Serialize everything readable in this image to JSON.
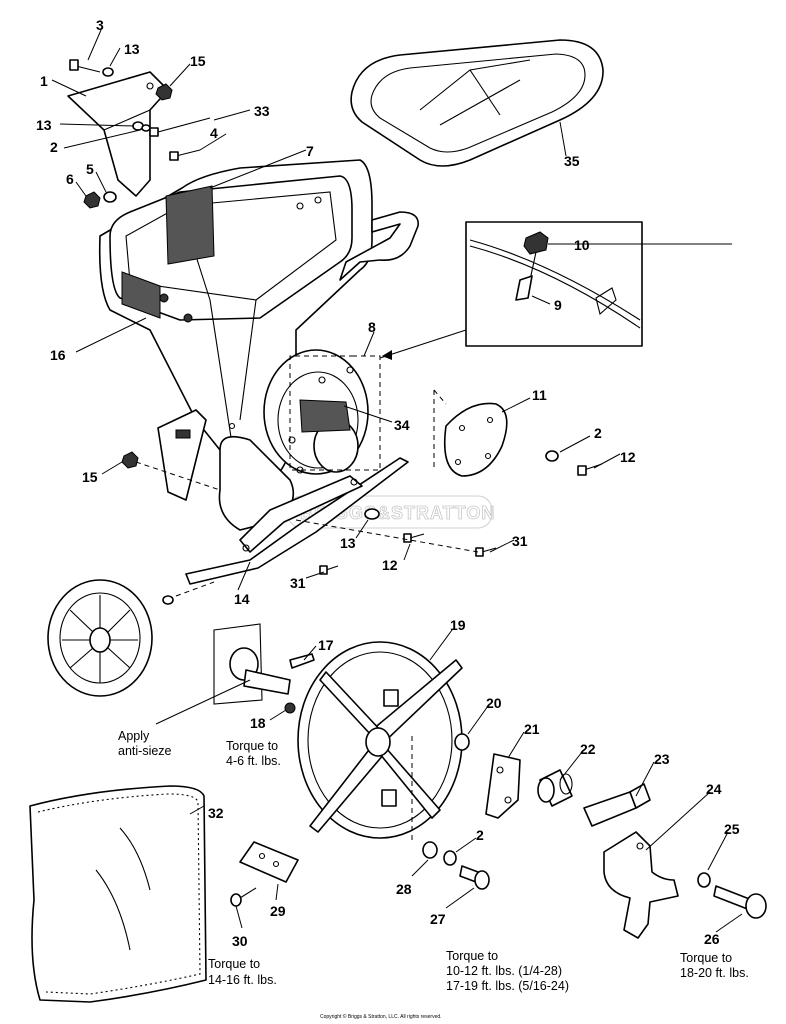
{
  "callouts": [
    "1",
    "2",
    "3",
    "4",
    "5",
    "6",
    "7",
    "8",
    "9",
    "10",
    "11",
    "12",
    "13",
    "14",
    "15",
    "16",
    "17",
    "18",
    "19",
    "20",
    "21",
    "22",
    "23",
    "24",
    "25",
    "26",
    "27",
    "28",
    "29",
    "30",
    "31",
    "32",
    "33",
    "34",
    "35"
  ],
  "callout_extra": {
    "c2b": "2",
    "c2c": "2",
    "c13b": "13",
    "c13c": "13",
    "c15b": "15",
    "c12b": "12",
    "c31b": "31"
  },
  "notes": {
    "apply1": "Apply",
    "apply2": "anti-sieze",
    "t18_1": "Torque to",
    "t18_2": "4-6 ft. lbs.",
    "t30_1": "Torque to",
    "t30_2": "14-16 ft. lbs.",
    "t27_1": "Torque to",
    "t27_2": "10-12 ft. lbs. (1/4-28)",
    "t27_3": "17-19 ft. lbs. (5/16-24)",
    "t26_1": "Torque to",
    "t26_2": "18-20 ft. lbs."
  },
  "watermark": "BRIGGS&STRATTON",
  "copyright": "Copyright © Briggs & Stratton, LLC. All rights reserved."
}
